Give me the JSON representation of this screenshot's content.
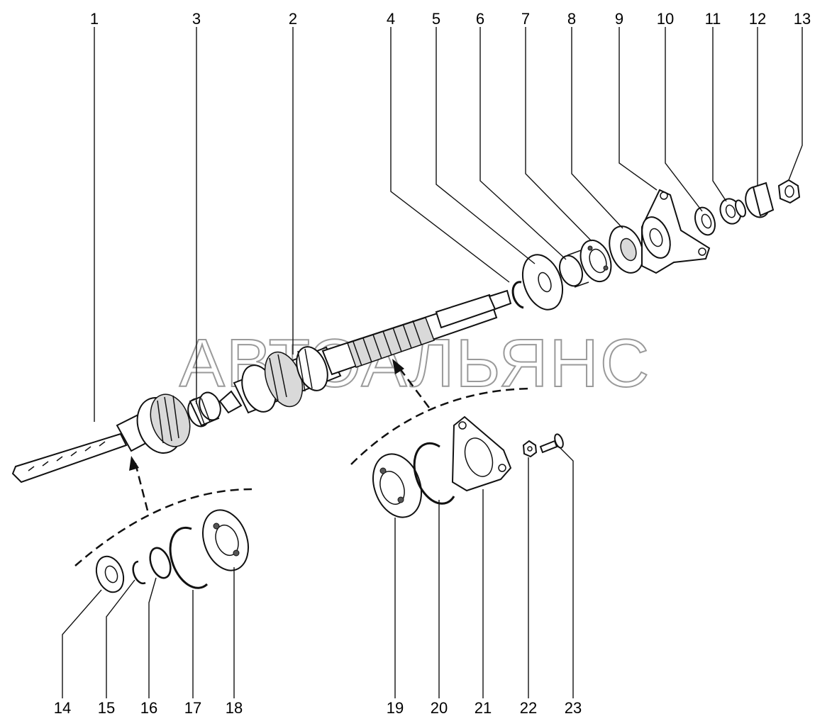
{
  "watermark": "АВТОАЛЬЯНС",
  "callouts_top": [
    "1",
    "3",
    "2",
    "4",
    "5",
    "6",
    "7",
    "8",
    "9",
    "10",
    "11",
    "12",
    "13"
  ],
  "callouts_bottom_left": [
    "14",
    "15",
    "16",
    "17",
    "18"
  ],
  "callouts_bottom_right": [
    "19",
    "20",
    "21",
    "22",
    "23"
  ],
  "icons": [
    "input-shaft",
    "needle-bearing",
    "gear-cluster-shaft",
    "circlip",
    "washer",
    "spacer-ring",
    "ball-bearing",
    "flange-housing",
    "oil-seal",
    "lock-nut",
    "bearing-cup",
    "nut",
    "bolt",
    "gasket-plate",
    "snap-ring"
  ]
}
